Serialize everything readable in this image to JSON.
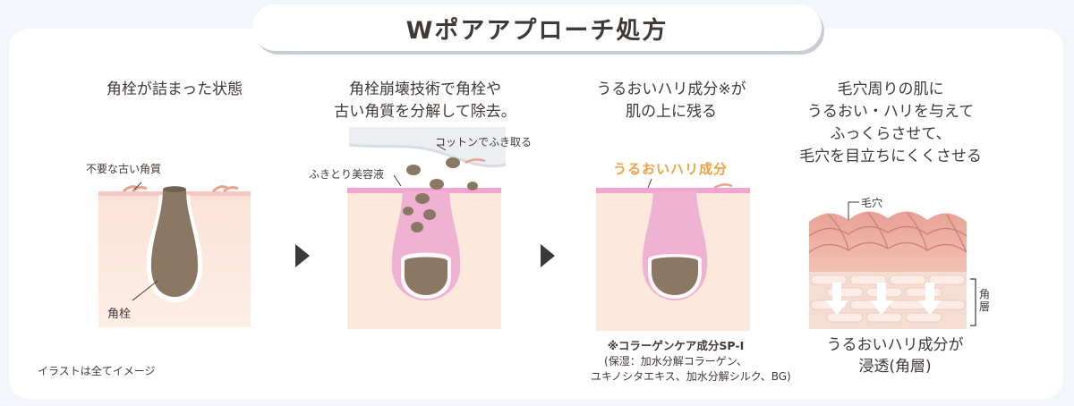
{
  "title": "Wポアアプローチ処方",
  "steps": [
    {
      "heading_lines": [
        "角栓が詰まった状態"
      ],
      "label_top": "不要な古い角質",
      "label_bottom": "角栓"
    },
    {
      "heading_lines": [
        "角栓崩壊技術で角栓や",
        "古い角質を分解して除去。"
      ],
      "label_cotton": "コットンでふき取る",
      "label_serum": "ふきとり美容液"
    },
    {
      "heading_lines": [
        "うるおいハリ成分※が",
        "肌の上に残る"
      ],
      "label_component": "うるおいハリ成分",
      "note_title": "※コラーゲンケア成分SP-Ⅰ",
      "note_lines": [
        "(保湿：加水分解コラーゲン、",
        "ユキノシタエキス、加水分解シルク、BG)"
      ]
    },
    {
      "heading_lines": [
        "毛穴周りの肌に",
        "うるおい・ハリを与えて",
        "ふっくらさせて、",
        "毛穴を目立ちにくくさせる"
      ],
      "label_pore": "毛穴",
      "label_layer": "角\n層",
      "bottom_lines": [
        "うるおいハリ成分が",
        "浸透(角層)"
      ]
    }
  ],
  "footnote": "イラストは全てイメージ",
  "colors": {
    "skin": "#fce6da",
    "skin_top": "#f7c7c5",
    "pink": "#f0b2d2",
    "plug": "#8a7864",
    "orange": "#f0a243",
    "arrow": "#3a3a3a",
    "scales": "#e6a89b"
  },
  "icons": [
    "play-arrow-icon",
    "play-arrow-icon",
    "down-arrow-icon"
  ]
}
